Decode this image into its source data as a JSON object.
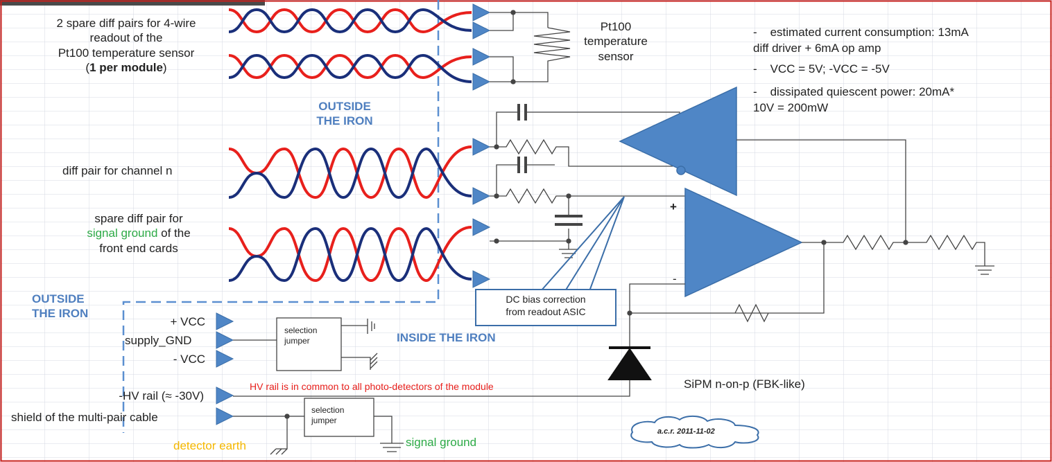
{
  "left_labels": {
    "pt100_lines": [
      "2 spare diff pairs for 4-wire",
      "readout of the",
      "Pt100 temperature sensor"
    ],
    "pt100_bold_open": "(",
    "pt100_bold": "1 per module",
    "pt100_bold_close": ")",
    "diff_pair": "diff pair for channel n",
    "spare_line1": "spare diff pair for",
    "spare_green": "signal ground",
    "spare_line2_rest": " of the",
    "spare_line3": "front end cards"
  },
  "region_labels": {
    "outside_iron_top_1": "OUTSIDE",
    "outside_iron_top_2": "THE IRON",
    "outside_iron_left_1": "OUTSIDE",
    "outside_iron_left_2": "THE IRON",
    "inside_iron": "INSIDE THE IRON"
  },
  "sensor_label": [
    "Pt100",
    "temperature",
    "sensor"
  ],
  "notes": {
    "line1_dash": "-",
    "line1": "estimated current consumption: 13mA",
    "line2": "diff driver + 6mA op amp",
    "line3_dash": "-",
    "line3": "VCC = 5V; -VCC = -5V",
    "line4_dash": "-",
    "line4": "dissipated quiescent power: 20mA*",
    "line5": "10V = 200mW"
  },
  "supply": {
    "vcc_plus": "+ VCC",
    "gnd": "supply_GND",
    "vcc_minus": "- VCC",
    "hv": "-HV rail (≈ -30V)",
    "shield": "shield of the multi-pair cable",
    "detector_earth": "detector earth",
    "signal_ground": "signal ground"
  },
  "jumpers": {
    "top_1": "selection",
    "top_2": "jumper",
    "bottom_1": "selection",
    "bottom_2": "jumper"
  },
  "hv_note": "HV rail is in common to all photo-detectors of the module",
  "dc_bias_1": "DC bias correction",
  "dc_bias_2": "from readout ASIC",
  "opamp_plus": "+",
  "opamp_minus": "-",
  "sipm": "SiPM n-on-p (FBK-like)",
  "signature": "a.c.r. 2011-11-02",
  "colors": {
    "triangle_fill": "#4f86c6",
    "triangle_stroke": "#3b6ea8",
    "wire_red": "#e8201c",
    "wire_navy": "#1a2f7a",
    "dashed_blue": "#5b8fd0",
    "border_red": "#c8201c",
    "green_text": "#2eab47",
    "yellow_text": "#f5b800"
  }
}
